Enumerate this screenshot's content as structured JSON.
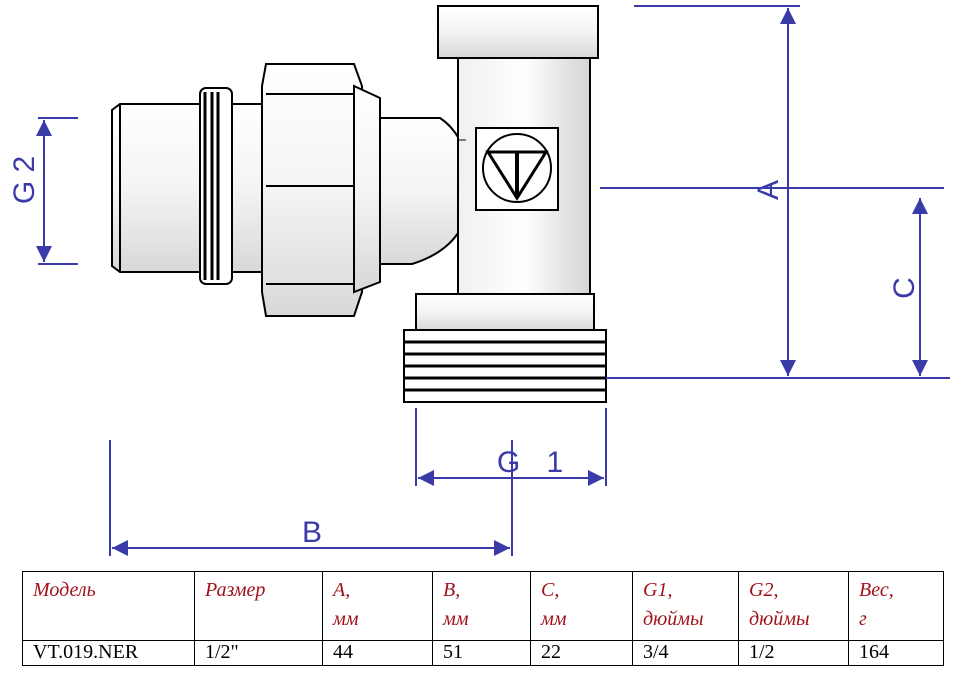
{
  "drawing": {
    "labels": {
      "a": "A",
      "b": "B",
      "c": "C",
      "g1": "G 1",
      "g2": "G 2"
    },
    "logo_mark": "V"
  },
  "table": {
    "headers": [
      {
        "line1": "Модель",
        "line2": ""
      },
      {
        "line1": "Размер",
        "line2": ""
      },
      {
        "line1": "A,",
        "line2": "мм"
      },
      {
        "line1": "B,",
        "line2": "мм"
      },
      {
        "line1": "C,",
        "line2": "мм"
      },
      {
        "line1": "G1,",
        "line2": "дюймы"
      },
      {
        "line1": "G2,",
        "line2": "дюймы"
      },
      {
        "line1": "Вес,",
        "line2": "г"
      }
    ],
    "rows": [
      [
        "VT.019.NER",
        "1/2\"",
        "44",
        "51",
        "22",
        "3/4",
        "1/2",
        "164"
      ]
    ]
  },
  "colors": {
    "dimension_line": "#3a3aa8",
    "header_text": "#a0121a",
    "outline": "#000000"
  }
}
